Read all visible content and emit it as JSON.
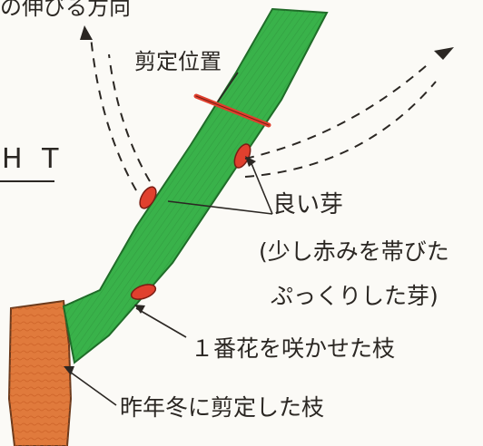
{
  "labels": {
    "growth_direction": "の伸びる方向",
    "prune_position": "剪定位置",
    "ht_fragment": "H T",
    "good_bud": "良い芽",
    "good_bud_note_1": "(少し赤みを帯びた",
    "good_bud_note_2": "ぷっくりした芽)",
    "first_flower_branch": "１番花を咲かせた枝",
    "last_winter_pruned": "昨年冬に剪定した枝"
  },
  "colors": {
    "green_stem": "#39b24a",
    "green_dark": "#1f7a2c",
    "old_wood": "#e07a3c",
    "bud_red": "#e0402e",
    "ink": "#2b2723"
  }
}
